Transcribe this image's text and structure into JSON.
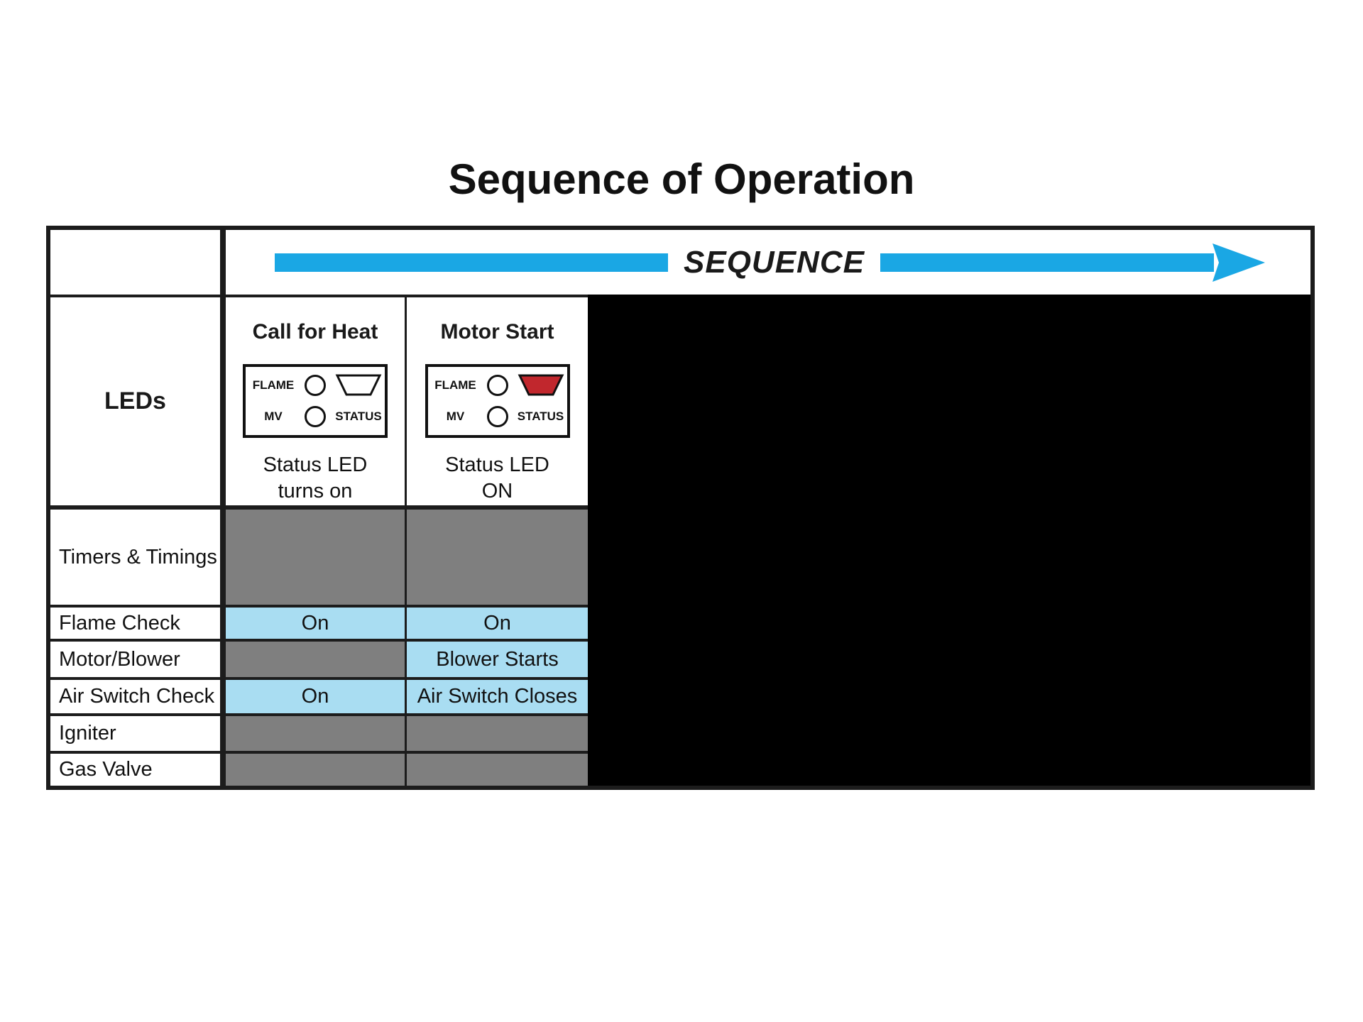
{
  "page": {
    "title": "Sequence of Operation"
  },
  "colors": {
    "arrow_blue": "#1AA7E4",
    "cell_blue": "#A9DDF2",
    "cell_gray": "#7F7F7F",
    "led_red": "#C1272D",
    "panel_black": "#000000"
  },
  "table": {
    "sequence_label": "SEQUENCE",
    "leds_row_label": "LEDs",
    "columns": [
      {
        "title": "Call for Heat",
        "led_panel": {
          "flame_label": "FLAME",
          "mv_label": "MV",
          "status_label": "STATUS",
          "status_led_on": false
        },
        "status_line1": "Status LED",
        "status_line2": "turns on"
      },
      {
        "title": "Motor Start",
        "led_panel": {
          "flame_label": "FLAME",
          "mv_label": "MV",
          "status_label": "STATUS",
          "status_led_on": true
        },
        "status_line1": "Status LED",
        "status_line2": "ON"
      }
    ],
    "rows": [
      {
        "label": "Timers & Timings",
        "cells": [
          {
            "text": "",
            "style": "gray"
          },
          {
            "text": "",
            "style": "gray"
          }
        ]
      },
      {
        "label": "Flame Check",
        "cells": [
          {
            "text": "On",
            "style": "blue"
          },
          {
            "text": "On",
            "style": "blue"
          }
        ]
      },
      {
        "label": "Motor/Blower",
        "cells": [
          {
            "text": "",
            "style": "gray"
          },
          {
            "text": "Blower Starts",
            "style": "blue"
          }
        ]
      },
      {
        "label": "Air Switch Check",
        "cells": [
          {
            "text": "On",
            "style": "blue"
          },
          {
            "text": "Air Switch Closes",
            "style": "blue"
          }
        ]
      },
      {
        "label": "Igniter",
        "cells": [
          {
            "text": "",
            "style": "gray"
          },
          {
            "text": "",
            "style": "gray"
          }
        ]
      },
      {
        "label": "Gas Valve",
        "cells": [
          {
            "text": "",
            "style": "gray"
          },
          {
            "text": "",
            "style": "gray"
          }
        ]
      }
    ]
  }
}
